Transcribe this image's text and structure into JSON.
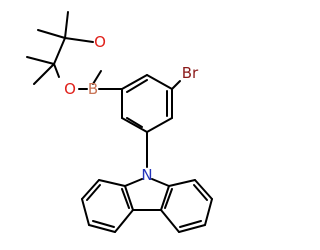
{
  "molecule": {
    "atoms": {
      "bromine": {
        "label": "Br",
        "color": "#8b1a1a"
      },
      "boron": {
        "label": "B",
        "color": "#c87456"
      },
      "oxygen_upper": {
        "label": "O",
        "color": "#e0201a"
      },
      "oxygen_lower": {
        "label": "O",
        "color": "#e0201a"
      },
      "nitrogen": {
        "label": "N",
        "color": "#2233bb"
      }
    },
    "bond_color": "#000000"
  }
}
